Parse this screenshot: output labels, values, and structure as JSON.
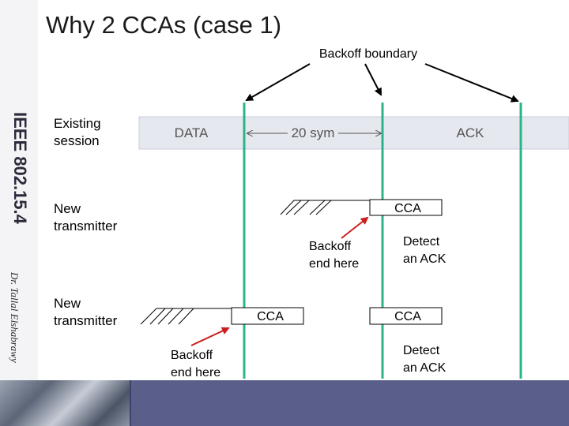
{
  "title": "Why 2 CCAs (case 1)",
  "sidebar": {
    "standard": "IEEE 802.15.4",
    "author": "Dr. Tallal Elshabrawy"
  },
  "diagram": {
    "boundary_label": "Backoff boundary",
    "rows": [
      {
        "label_line1": "Existing",
        "label_line2": "session"
      },
      {
        "label_line1": "New",
        "label_line2": "transmitter"
      },
      {
        "label_line1": "New",
        "label_line2": "transmitter"
      }
    ],
    "data_label": "DATA",
    "gap_label": "20 sym",
    "ack_label": "ACK",
    "cca_label": "CCA",
    "backoff_line1": "Backoff",
    "backoff_line2": "end here",
    "detect_line1": "Detect",
    "detect_line2": "an ACK"
  },
  "colors": {
    "boundary": "#2bb38c",
    "arrow": "#cc1f1f",
    "session_bar": "#e6e8ef"
  }
}
